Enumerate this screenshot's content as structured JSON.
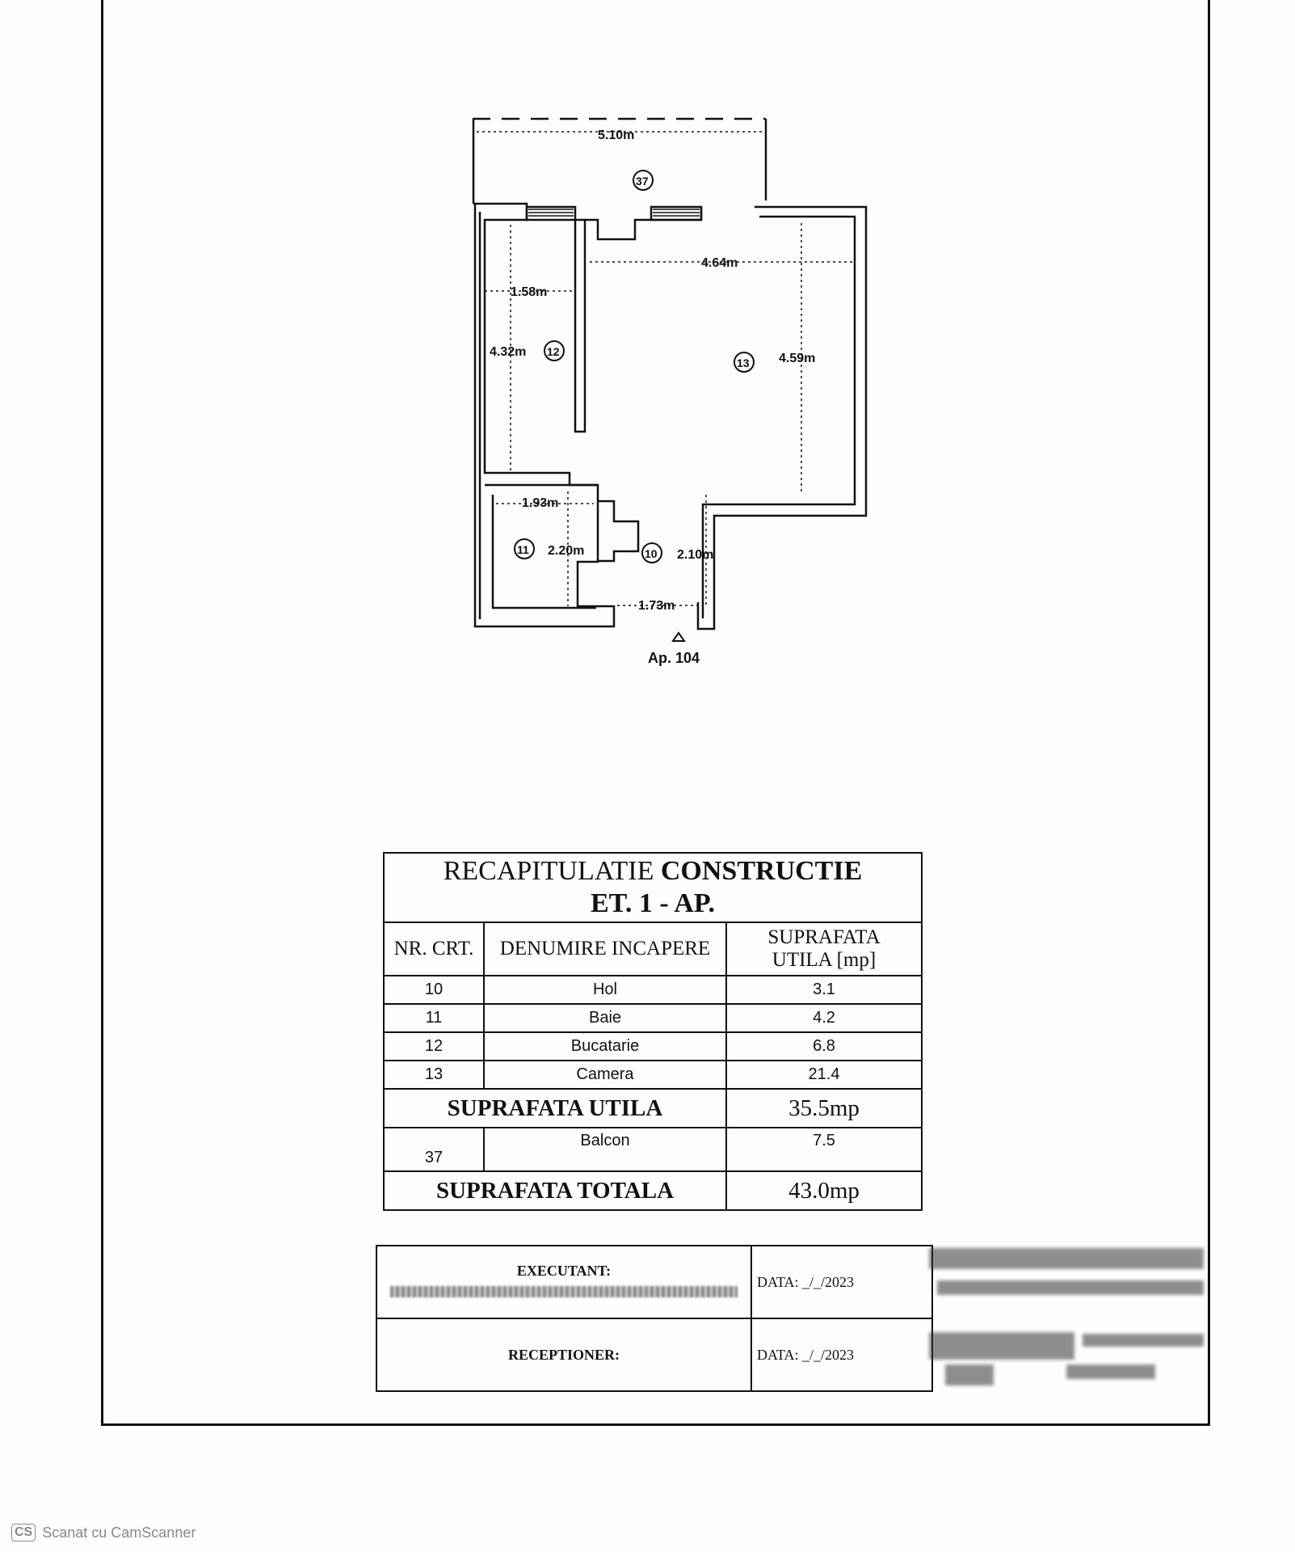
{
  "plan": {
    "dimensions": {
      "balcony_width": "5.10m",
      "kitchen_width": "1.58m",
      "kitchen_length": "4.32m",
      "room_width": "4.64m",
      "room_length": "4.59m",
      "bath_width": "1.93m",
      "bath_length": "2.20m",
      "hall_length": "2.10m",
      "hall_width": "1.73m"
    },
    "room_numbers": [
      "37",
      "12",
      "13",
      "11",
      "10"
    ],
    "apartment_label": "Ap. 104"
  },
  "recap": {
    "title_line1_a": "RECAPITULATIE",
    "title_line1_b": "CONSTRUCTIE",
    "title_line2": "ET. 1 - AP.",
    "headers": {
      "nr": "NR. CRT.",
      "name": "DENUMIRE INCAPERE",
      "area_line1": "SUPRAFATA",
      "area_line2": "UTILA [mp]"
    },
    "rows": [
      {
        "nr": "10",
        "name": "Hol",
        "area": "3.1"
      },
      {
        "nr": "11",
        "name": "Baie",
        "area": "4.2"
      },
      {
        "nr": "12",
        "name": "Bucatarie",
        "area": "6.8"
      },
      {
        "nr": "13",
        "name": "Camera",
        "area": "21.4"
      }
    ],
    "useful_label": "SUPRAFATA UTILA",
    "useful_value": "35.5mp",
    "balcony": {
      "nr": "37",
      "name": "Balcon",
      "area": "7.5"
    },
    "total_label": "SUPRAFATA TOTALA",
    "total_value": "43.0mp"
  },
  "signoff": {
    "executant_label": "EXECUTANT:",
    "reception_label": "RECEPTIONER:",
    "date1": "DATA: _/_/2023",
    "date2": "DATA: _/_/2023"
  },
  "footer": {
    "logo": "CS",
    "text": "Scanat cu CamScanner"
  }
}
